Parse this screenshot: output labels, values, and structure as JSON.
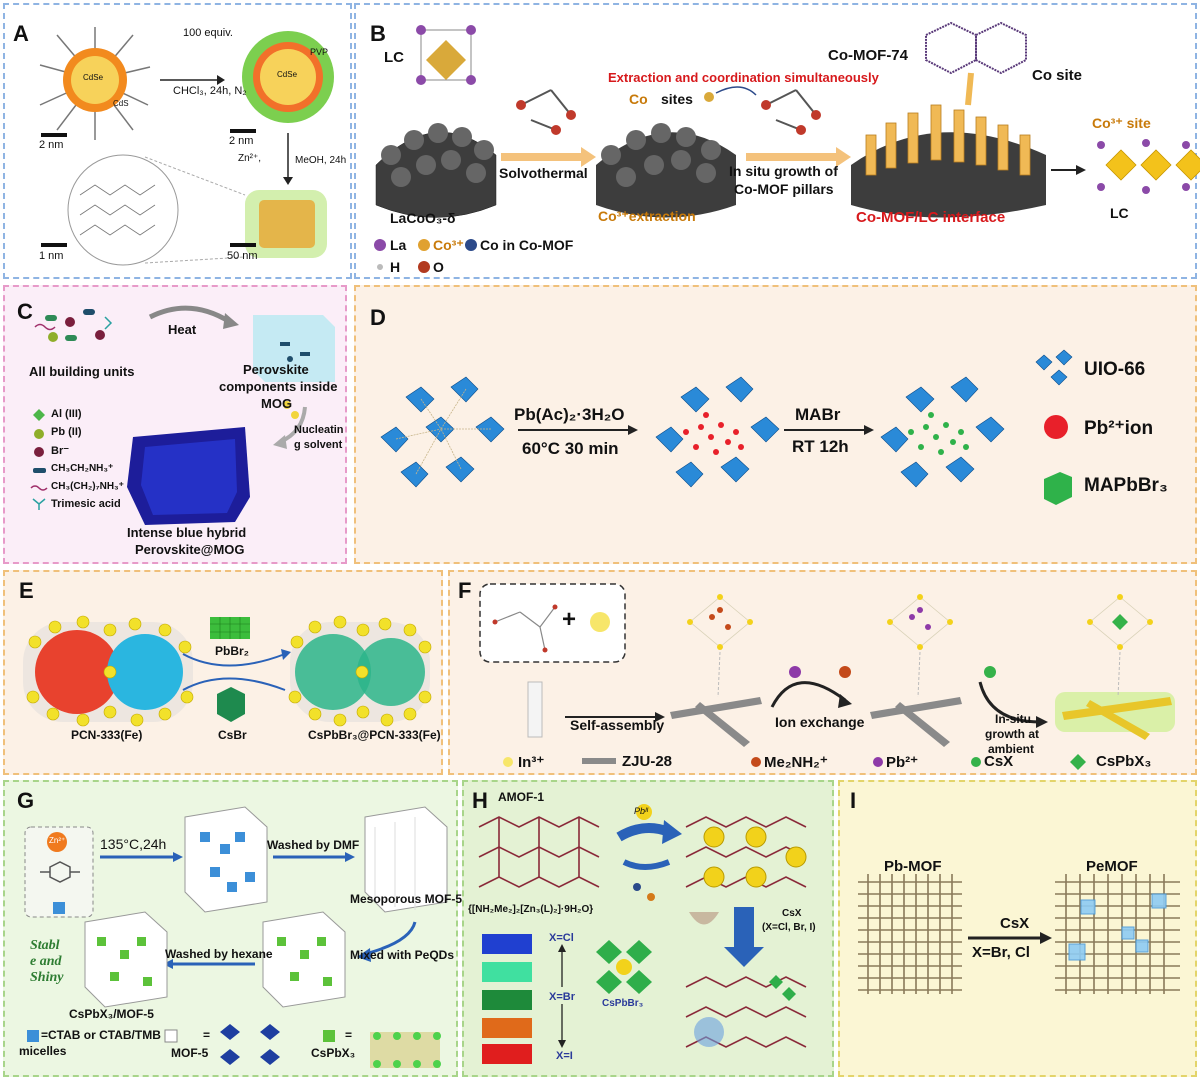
{
  "panels": {
    "A": {
      "label": "A",
      "reagent": "100 equiv.",
      "conditions": "CHCl₃, 24h, N₂",
      "zn": "Zn²⁺,",
      "methanol": "MeOH, 24h",
      "pvp": "PVP",
      "cdse": "CdSe",
      "cds": "CdS",
      "scales": [
        "2 nm",
        "2 nm",
        "1 nm",
        "50 nm"
      ]
    },
    "B": {
      "label": "B",
      "lc": "LC",
      "co_mof74": "Co-MOF-74",
      "co_site": "Co site",
      "extraction_title": "Extraction and coordination simultaneously",
      "co_sites_1": "Co",
      "co_sites_2": "sites",
      "solvothermal": "Solvothermal",
      "insitu_1": "In situ growth of",
      "insitu_2": "Co-MOF pillars",
      "lacoo": "LaCoO₃-δ",
      "co3_extraction": "Co³⁺extraction",
      "interface": "Co-MOF/LC interface",
      "co3_site": "Co³⁺ site",
      "lc2": "LC",
      "legend": {
        "la": "La",
        "co": "Co³⁺",
        "co_mof": "Co in Co-MOF",
        "h": "H",
        "o": "O"
      }
    },
    "C": {
      "label": "C",
      "all_units": "All building units",
      "heat": "Heat",
      "perov_1": "Perovskite",
      "perov_2": "components inside",
      "perov_3": "MOG",
      "nucl_1": "Nucleatin",
      "nucl_2": "g solvent",
      "legend": [
        "Al (III)",
        "Pb (II)",
        "Br⁻",
        "CH₃CH₂NH₃⁺",
        "CH₃(CH₂)₇NH₃⁺",
        "Trimesic acid"
      ],
      "hybrid_1": "Intense blue hybrid",
      "hybrid_2": "Perovskite@MOG"
    },
    "D": {
      "label": "D",
      "step1_top": "Pb(Ac)₂·3H₂O",
      "step1_bottom": "60°C 30 min",
      "step2_top": "MABr",
      "step2_bottom": "RT 12h",
      "legend": [
        "UIO-66",
        "Pb²⁺ion",
        "MAPbBr₃"
      ]
    },
    "E": {
      "label": "E",
      "pbbr2": "PbBr₂",
      "csbr": "CsBr",
      "pcn": "PCN-333(Fe)",
      "product": "CsPbBr₃@PCN-333(Fe)"
    },
    "F": {
      "label": "F",
      "plus": "+",
      "self_assembly": "Self-assembly",
      "ion_exchange": "Ion exchange",
      "insitu_1": "In-situ",
      "insitu_2": "growth at",
      "insitu_3": "ambient",
      "legend": [
        "In³⁺",
        "ZJU-28",
        "Me₂NH₂⁺",
        "Pb²⁺",
        "CsX",
        "CsPbX₃"
      ]
    },
    "G": {
      "label": "G",
      "zn": "Zn²⁺",
      "step1": "135°C,24h",
      "washed_dmf": "Washed by DMF",
      "meso": "Mesoporous MOF-5",
      "mixed": "Mixed with PeQDs",
      "washed_hex": "Washed by hexane",
      "stable_1": "Stabl",
      "stable_2": "e and",
      "stable_3": "Shiny",
      "product": "CsPbX₃/MOF-5",
      "leg_ctab_1": "=CTAB or CTAB/TMB",
      "leg_ctab_2": "micelles",
      "leg_mof": "MOF-5",
      "leg_eq": "=",
      "leg_cspb": "CsPbX₃",
      "leg_eq2": "="
    },
    "H": {
      "label": "H",
      "amof": "AMOF-1",
      "formula": "{[NH₂Me₂]₂[Zn₃(L)₂]·9H₂O}",
      "pb": "Pbᴵᴵ",
      "csx_1": "CsX",
      "csx_2": "(X=Cl, Br, I)",
      "x_cl": "X=Cl",
      "x_br": "X=Br",
      "x_i": "X=I",
      "cspbbr3": "CsPbBr₃"
    },
    "I": {
      "label": "I",
      "pbmof": "Pb-MOF",
      "pemof": "PeMOF",
      "csx": "CsX",
      "xbrcl": "X=Br, Cl"
    }
  },
  "colors": {
    "panel_blue": "#8fb4e3",
    "panel_pink": "#e79ac9",
    "panel_orange": "#f0c07a",
    "panel_green": "#a8d58a",
    "panel_yellow": "#e3d46a",
    "red_text": "#d7191c",
    "orange_text": "#c87a0a",
    "mof_blue": "#2a8ad8"
  }
}
